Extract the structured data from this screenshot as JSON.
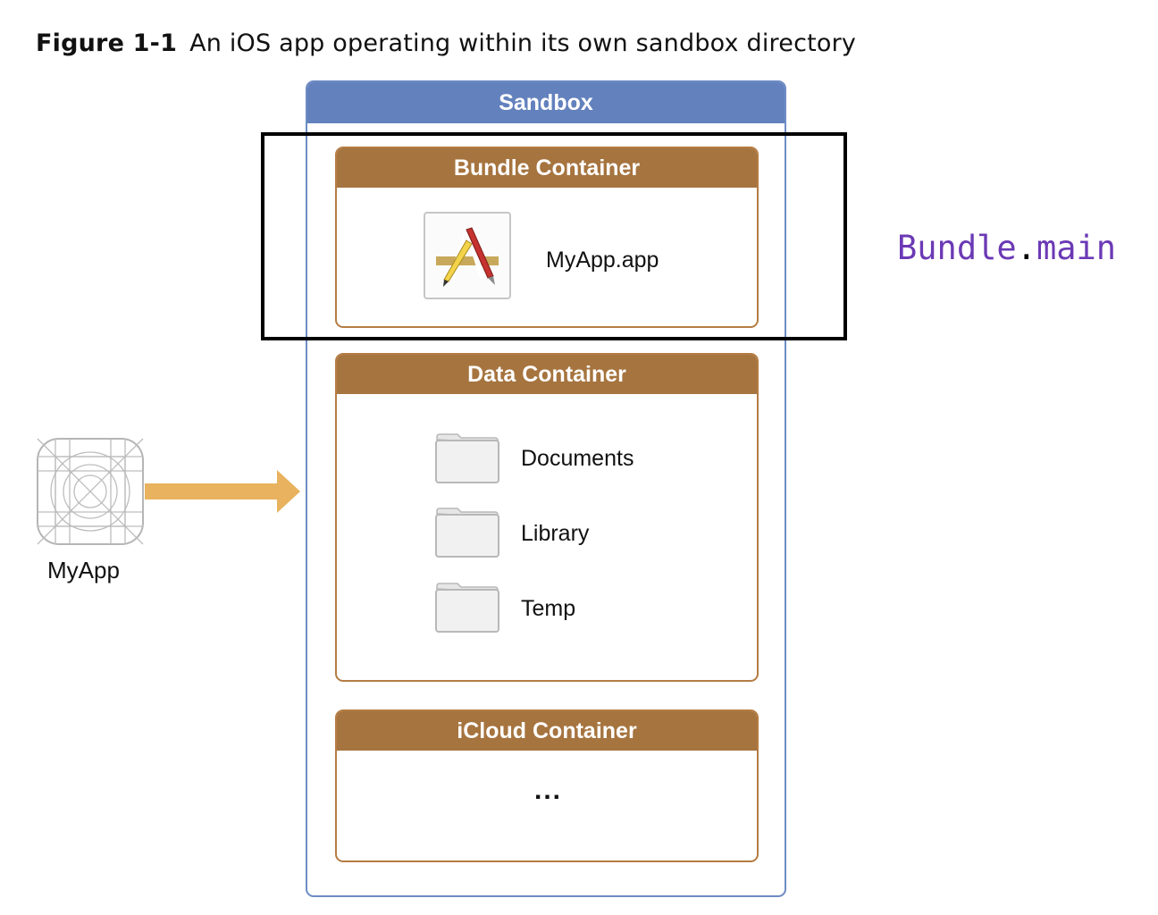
{
  "figure": {
    "label": "Figure 1-1",
    "caption": "An iOS app operating within its own sandbox directory"
  },
  "sandbox": {
    "title": "Sandbox"
  },
  "bundle_container": {
    "title": "Bundle Container",
    "app_file": "MyApp.app",
    "icon": "xcode-app-icon"
  },
  "data_container": {
    "title": "Data Container",
    "folders": [
      {
        "label": "Documents",
        "icon": "folder-icon"
      },
      {
        "label": "Library",
        "icon": "folder-icon"
      },
      {
        "label": "Temp",
        "icon": "folder-icon"
      }
    ]
  },
  "icloud_container": {
    "title": "iCloud Container",
    "placeholder": "..."
  },
  "app": {
    "name": "MyApp",
    "icon": "app-grid-icon"
  },
  "annotation": {
    "code_type": "Bundle",
    "code_dot": ".",
    "code_member": "main",
    "color": "#6b39b5"
  },
  "colors": {
    "sandbox_header": "#6381bd",
    "sandbox_border": "#6d8cc4",
    "container_header": "#a6743f",
    "container_border": "#b57c43",
    "arrow": "#e8b25e"
  }
}
